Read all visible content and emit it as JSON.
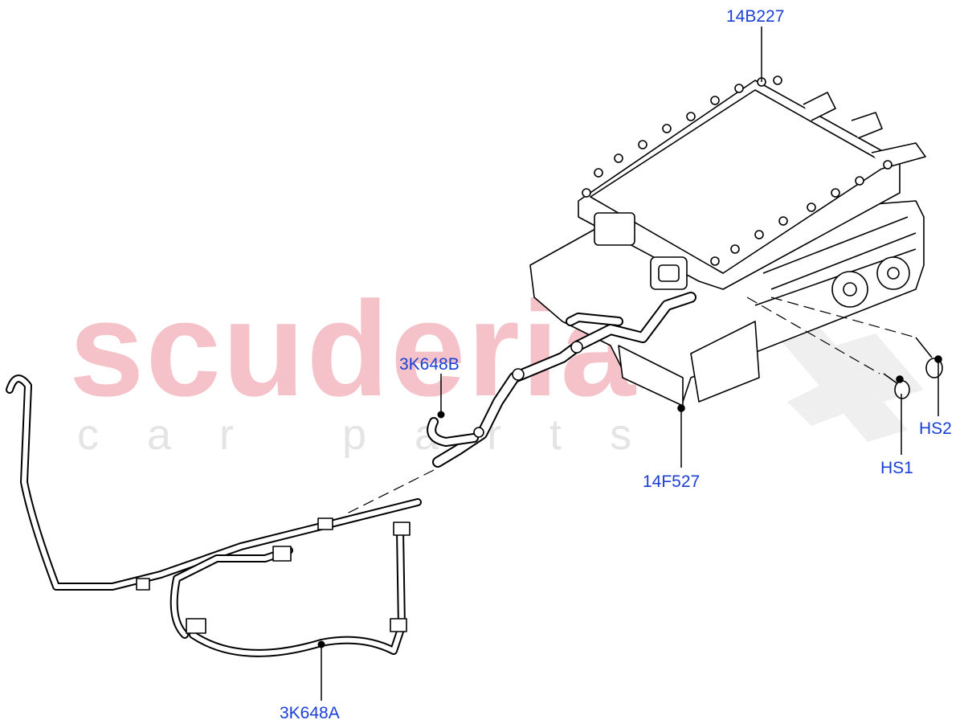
{
  "watermark": {
    "brand": "scuderia",
    "tagline": "car parts",
    "brand_color": "#f0a8b0"
  },
  "callouts": {
    "14B227": "14B227",
    "3K648B": "3K648B",
    "14F527": "14F527",
    "HS1": "HS1",
    "HS2": "HS2",
    "3K648A": "3K648A"
  },
  "colors": {
    "callout_text": "#1a3fd6",
    "line": "#000000"
  }
}
